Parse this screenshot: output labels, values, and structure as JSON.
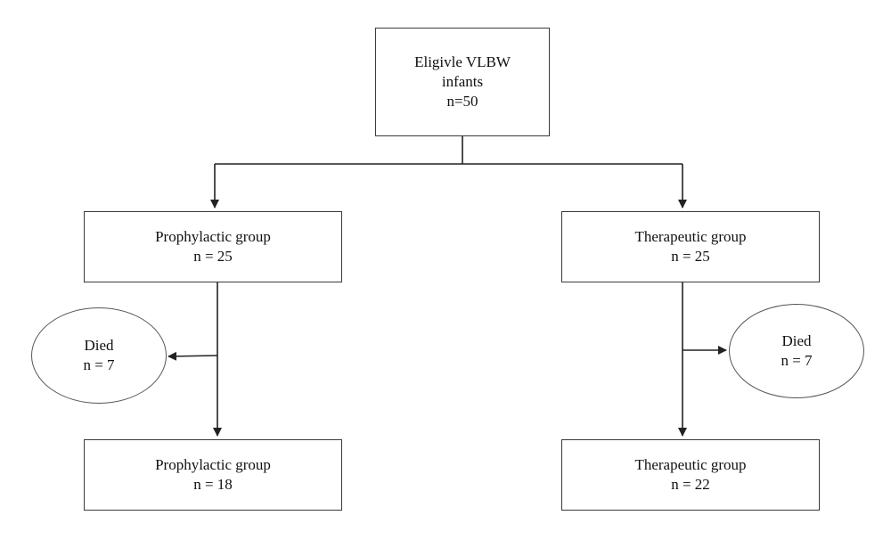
{
  "root": {
    "line1": "Eligivle VLBW",
    "line2": "infants",
    "line3": "n=50"
  },
  "left": {
    "group_top": {
      "title": "Prophylactic group",
      "count": "n = 25"
    },
    "died": {
      "title": "Died",
      "count": "n = 7"
    },
    "group_bottom": {
      "title": "Prophylactic group",
      "count": "n = 18"
    }
  },
  "right": {
    "group_top": {
      "title": "Therapeutic group",
      "count": "n = 25"
    },
    "died": {
      "title": "Died",
      "count": "n = 7"
    },
    "group_bottom": {
      "title": "Therapeutic group",
      "count": "n = 22"
    }
  }
}
